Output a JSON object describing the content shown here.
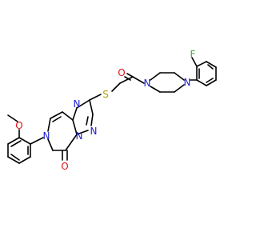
{
  "molecule": {
    "colors": {
      "carbon": "#000000",
      "nitrogen": "#2020d0",
      "oxygen": "#e01010",
      "sulfur": "#b0a000",
      "fluorine": "#33aa33"
    },
    "atoms": {
      "O_methoxy": "O",
      "N_pyrazinone": "N",
      "O_carbonyl_ring": "O",
      "N_triazole_1": "N",
      "N_triazole_2": "N",
      "N_bridge": "N",
      "S_thioether": "S",
      "O_amide": "O",
      "N_piperazine_1": "N",
      "N_piperazine_2": "N",
      "F_aryl": "F"
    }
  }
}
